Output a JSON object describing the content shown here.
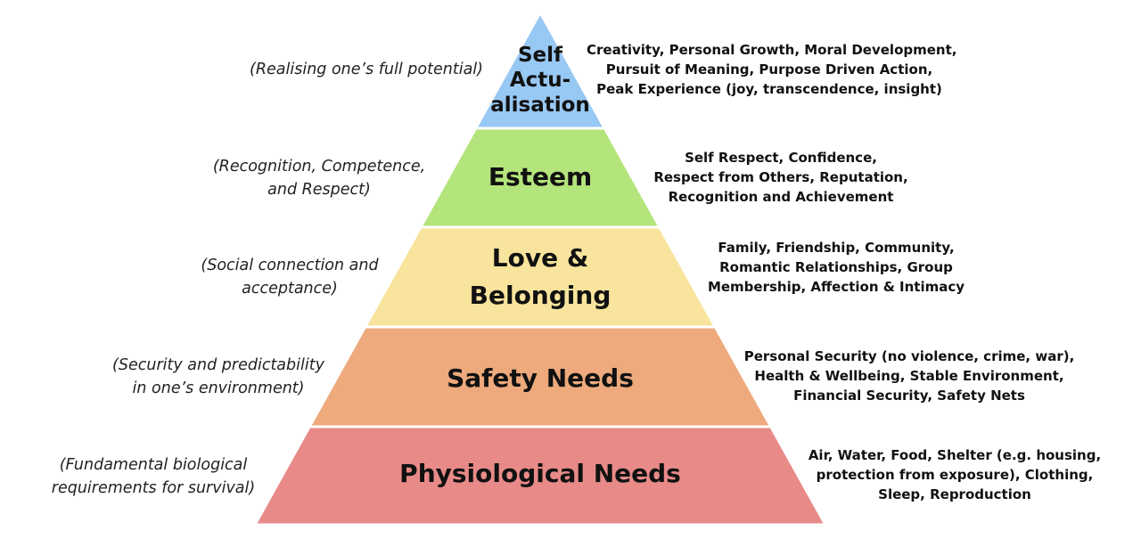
{
  "tiers": [
    {
      "key": "self-actualisation",
      "color": "#98c8f4",
      "title": [
        "Self",
        "Actu-",
        "alisation"
      ],
      "left": [
        "(Realising one’s full potential)"
      ],
      "right": [
        "Creativity, Personal Growth, Moral Development,",
        "Pursuit of Meaning, Purpose Driven Action,",
        "Peak Experience (joy, transcendence, insight)"
      ]
    },
    {
      "key": "esteem",
      "color": "#b4e47c",
      "title": [
        "Esteem"
      ],
      "left": [
        "(Recognition, Competence,",
        "and Respect)"
      ],
      "right": [
        "Self Respect, Confidence,",
        "Respect from Others, Reputation,",
        "Recognition and Achievement"
      ]
    },
    {
      "key": "love-belonging",
      "color": "#f8e49c",
      "title": [
        "Love &",
        "Belonging"
      ],
      "left": [
        "(Social connection and",
        "acceptance)"
      ],
      "right": [
        "Family, Friendship, Community,",
        "Romantic Relationships, Group",
        "Membership, Affection & Intimacy"
      ]
    },
    {
      "key": "safety-needs",
      "color": "#eeaa7c",
      "title": [
        "Safety Needs"
      ],
      "left": [
        "(Security and predictability",
        "in one’s environment)"
      ],
      "right": [
        "Personal Security (no violence, crime, war),",
        "Health & Wellbeing, Stable Environment,",
        "Financial Security, Safety Nets"
      ]
    },
    {
      "key": "physiological-needs",
      "color": "#e88a88",
      "title": [
        "Physiological Needs"
      ],
      "left": [
        "(Fundamental biological",
        "requirements for survival)"
      ],
      "right": [
        "Air, Water, Food, Shelter (e.g. housing,",
        "protection from exposure), Clothing,",
        "Sleep, Reproduction"
      ]
    }
  ]
}
